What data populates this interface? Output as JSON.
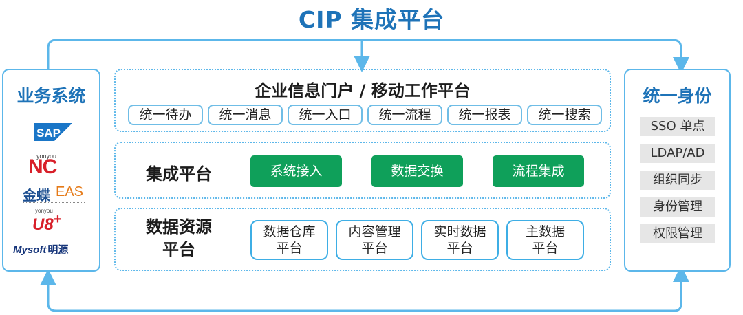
{
  "title": "CIP 集成平台",
  "business": {
    "title": "业务系统",
    "logos": [
      {
        "text": "SAP",
        "name": "sap-logo"
      },
      {
        "text": "yonyou",
        "name": "yonyou-small-text"
      },
      {
        "text": "NC",
        "name": "nc-logo"
      },
      {
        "text": "金蝶",
        "name": "kingdee-logo-cn"
      },
      {
        "text": "EAS",
        "name": "eas-logo"
      },
      {
        "text": "yonyou",
        "name": "yonyou-small-text-2"
      },
      {
        "text": "U8",
        "name": "u8-logo"
      },
      {
        "text": "Mysoft",
        "name": "mysoft-logo"
      },
      {
        "text": "明源",
        "name": "mysoft-logo-cn"
      }
    ]
  },
  "portal": {
    "title": "企业信息门户 / 移动工作平台",
    "items": [
      "统一待办",
      "统一消息",
      "统一入口",
      "统一流程",
      "统一报表",
      "统一搜索"
    ]
  },
  "integration": {
    "title": "集成平台",
    "items": [
      "系统接入",
      "数据交换",
      "流程集成"
    ]
  },
  "resources": {
    "title_line1": "数据资源",
    "title_line2": "平台",
    "items": [
      {
        "line1": "数据仓库",
        "line2": "平台"
      },
      {
        "line1": "内容管理",
        "line2": "平台"
      },
      {
        "line1": "实时数据",
        "line2": "平台"
      },
      {
        "line1": "主数据",
        "line2": "平台"
      }
    ]
  },
  "identity": {
    "title": "统一身份",
    "items": [
      "SSO 单点",
      "LDAP/AD",
      "组织同步",
      "身份管理",
      "权限管理"
    ]
  },
  "colors": {
    "title_blue": "#1e73b8",
    "line_blue": "#5cb7ea",
    "green": "#0fa05a",
    "nc_red": "#d8202a",
    "sap_blue": "#1a76c7"
  }
}
